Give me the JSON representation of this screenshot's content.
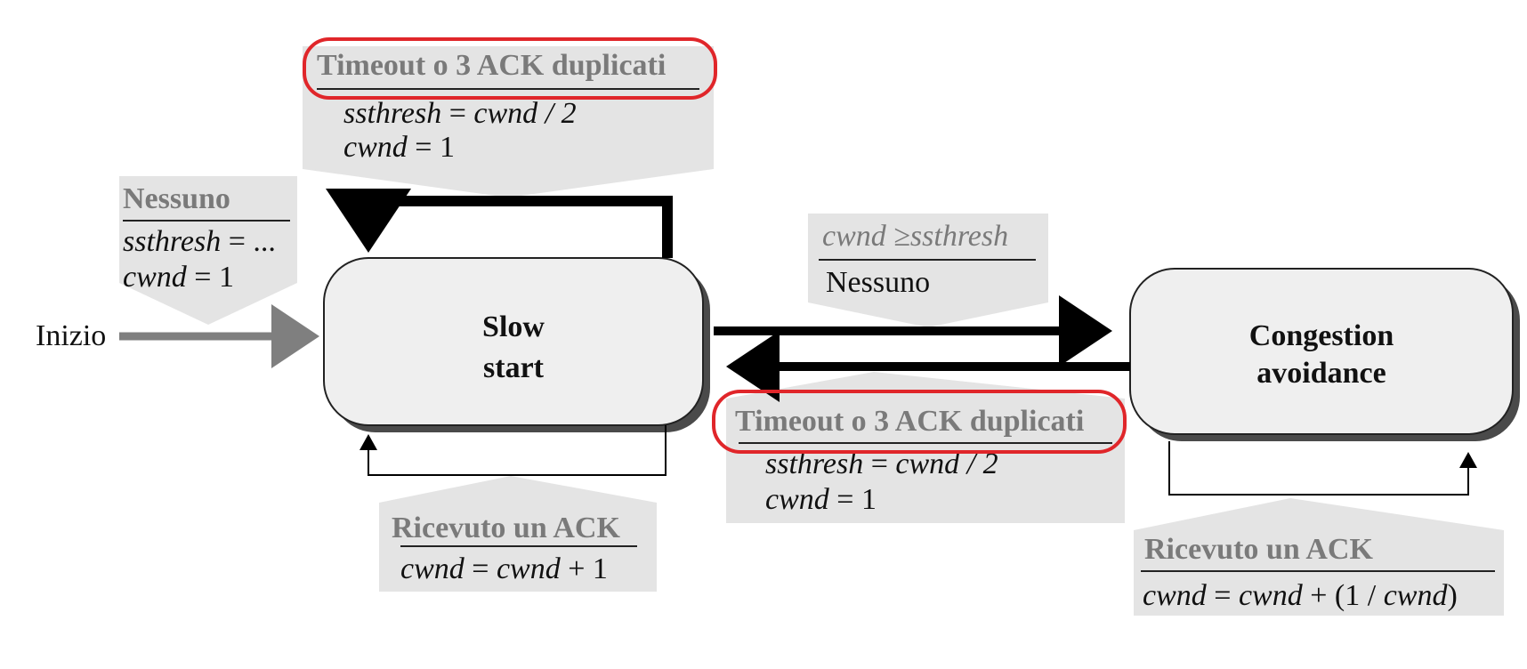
{
  "diagram": {
    "start_label": "Inizio",
    "states": {
      "slow_start": {
        "line1": "Slow",
        "line2": "start"
      },
      "congestion_avoidance": {
        "line1": "Congestion",
        "line2": "avoidance"
      }
    },
    "labels": {
      "initial": {
        "event": "Nessuno",
        "action_var1": "ssthresh",
        "action_rest1": " = ...",
        "action_var2": "cwnd",
        "action_rest2": " = 1"
      },
      "ss_timeout": {
        "event": "Timeout o 3 ACK duplicati",
        "action_var1": "ssthresh",
        "action_eq1": " = ",
        "action_var1b": "cwnd / 2",
        "action_var2": "cwnd",
        "action_rest2": " = 1"
      },
      "ss_ack": {
        "event": "Ricevuto un ACK",
        "action_var": "cwnd",
        "action_eq": " = ",
        "action_var2": "cwnd",
        "action_rest": " + 1"
      },
      "to_ca": {
        "event_var": "cwnd ≥ssthresh",
        "action": "Nessuno"
      },
      "ca_timeout": {
        "event": "Timeout o 3 ACK duplicati",
        "action_var1": "ssthresh",
        "action_eq1": " = ",
        "action_var1b": "cwnd / 2",
        "action_var2": "cwnd",
        "action_rest2": " = 1"
      },
      "ca_ack": {
        "event": "Ricevuto un ACK",
        "action_var": "cwnd",
        "action_eq": " = ",
        "action_var2": "cwnd",
        "action_mid": " + (1 / ",
        "action_var3": "cwnd",
        "action_end": ")"
      }
    },
    "colors": {
      "label_box": "#e4e4e4",
      "state_fill": "#efefef",
      "highlight": "#e0262a",
      "event_text": "#7a7a7a",
      "start_arrow": "#7f7f7f"
    }
  }
}
